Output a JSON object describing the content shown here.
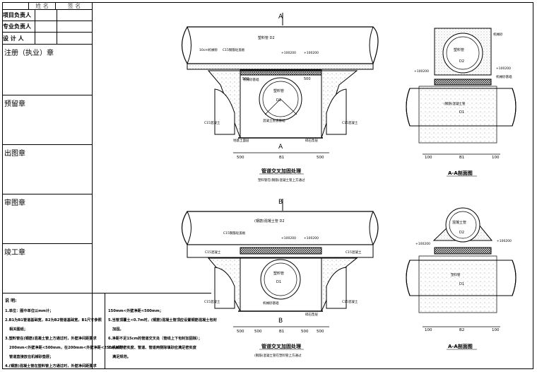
{
  "title_block": {
    "col_name": "姓 名",
    "col_sign": "签 名",
    "rows": [
      "项目负责人",
      "专业负责人",
      "设 计 人"
    ],
    "stamps": [
      "注册（执业）章",
      "预留章",
      "出图章",
      "审图章",
      "竣工章"
    ]
  },
  "notes": {
    "title": "说 明:",
    "left": [
      "1.单位：图中单位以mm计；",
      "2.B1为B1管道基础宽，B2为B2管道基础宽，B1尺寸参照",
      "相关图纸；",
      "3.塑料管在(钢筋)混凝土管上方通过时，外壁净间距要求",
      "200mm<外壁净距<500mm，在200mm<外壁净距<250mm时，",
      "管道直接放在机械砂垫层；",
      "4.(钢筋)混凝土管在塑料管上方通过时，外壁净间距要求"
    ],
    "right": [
      "150mm<外壁净距<500mm；",
      "5.当管顶覆土<0.7m时，(钢筋)混凝土管顶应设置钢筋混凝土包封",
      "加固。",
      "6.净距不足15cm的管道交叉处（管线上下包封加固除）；",
      "7.机械砂密实度、管道、管道两侧除填砂应满足密实度",
      "满足规范。"
    ]
  },
  "drawing1": {
    "section_letter": "A",
    "top_pipe": "塑料管   D2",
    "sand": "10cm机械砂",
    "c15_label": "C15钢筋砼盖板",
    "elev1": "+100200",
    "elev2": "+100200",
    "c15_left": "C15混凝土",
    "c15_right": "C15混凝土",
    "bottom_pipe": "塑料管",
    "bottom_dim": "D1",
    "base": "混凝土管道基础",
    "sand2": "机械砂基础",
    "dims": [
      "500",
      "500",
      "B1",
      "500",
      "500"
    ],
    "left_bottom": "地基土面层",
    "right_bottom": "碎石垫层",
    "caption": "管道交叉加固处理",
    "subcaption": "塑料管在(钢筋)混凝土管上方通过"
  },
  "drawing2": {
    "section_letter": "B",
    "top_pipe": "(钢筋)混凝土管   D2",
    "c15_label": "C15钢筋砼盖板",
    "elev1": "+100200",
    "elev2": "+100200",
    "c15_left": "C15混凝土",
    "c15_right": "C15混凝土",
    "bottom_pipe": "塑料管",
    "bottom_dim": "D1",
    "sand2": "机械砂基础",
    "dims": [
      "500",
      "500",
      "B1",
      "500",
      "500"
    ],
    "right_bottom": "碎石垫层",
    "caption": "管道交叉加固处理",
    "subcaption": "(钢筋)混凝土管在塑料管上方通过"
  },
  "section1": {
    "sand": "机械砂",
    "pipe": "塑料管",
    "pipe_dim": "D2",
    "elev_left": "+100200",
    "elev_right": "+100200",
    "base": "机械砂基础",
    "lower_pipe": "(钢筋)混凝土管",
    "lower_dim": "D1",
    "dims": [
      "100",
      "B1",
      "100"
    ],
    "caption": "A-A剖面图"
  },
  "section2": {
    "pipe": "混凝土管",
    "pipe_dim": "D2",
    "elev_left": "+100200",
    "elev_right": "+100200",
    "lower_pipe": "塑料管",
    "lower_dim": "D1",
    "dims": [
      "100",
      "B2",
      "100"
    ],
    "caption": "A-A剖面图"
  }
}
